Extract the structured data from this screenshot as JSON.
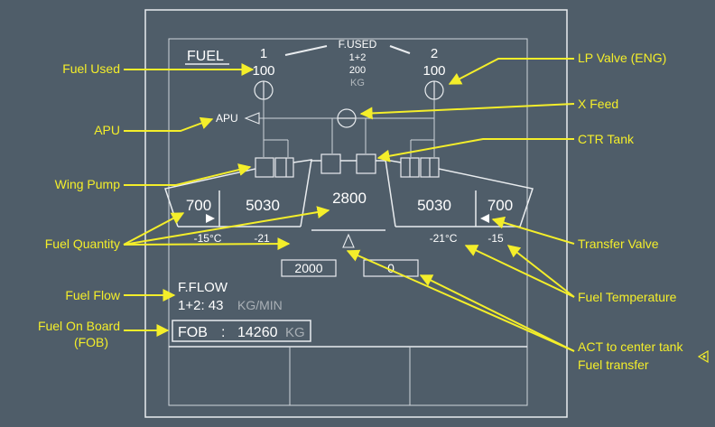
{
  "page": {
    "title": "FUEL",
    "engine_left": "1",
    "engine_right": "2",
    "fused_label": "F.USED",
    "fused_sub": "1+2",
    "fused_value": "200",
    "fused_unit": "KG",
    "eng1_used": "100",
    "eng2_used": "100",
    "apu_label": "APU",
    "tanks": {
      "left_outer": "700",
      "left_inner": "5030",
      "center": "2800",
      "right_inner": "5030",
      "right_outer": "700"
    },
    "temps": {
      "left_outer": "-15°C",
      "left_inner": "-21",
      "right_inner": "-21°C",
      "right_outer": "-15"
    },
    "act_left": "2000",
    "act_right": "0",
    "fflow_label": "F.FLOW",
    "fflow_value": "1+2: 43",
    "fflow_unit": "KG/MIN",
    "fob_label": "FOB",
    "fob_colon": ":",
    "fob_value": "14260",
    "fob_unit": "KG"
  },
  "callouts": {
    "fuel_used": "Fuel Used",
    "apu": "APU",
    "wing_pump": "Wing Pump",
    "fuel_quantity": "Fuel Quantity",
    "fuel_flow": "Fuel Flow",
    "fuel_on_board_1": "Fuel On Board",
    "fuel_on_board_2": "(FOB)",
    "lp_valve": "LP Valve (ENG)",
    "x_feed": "X Feed",
    "ctr_tank": "CTR Tank",
    "transfer_valve": "Transfer Valve",
    "fuel_temperature": "Fuel Temperature",
    "act_transfer_1": "ACT to center tank",
    "act_transfer_2": "Fuel transfer"
  },
  "colors": {
    "background": "#4f5d69",
    "display_lines": "#e9ecef",
    "callout": "#f4ee2a"
  }
}
